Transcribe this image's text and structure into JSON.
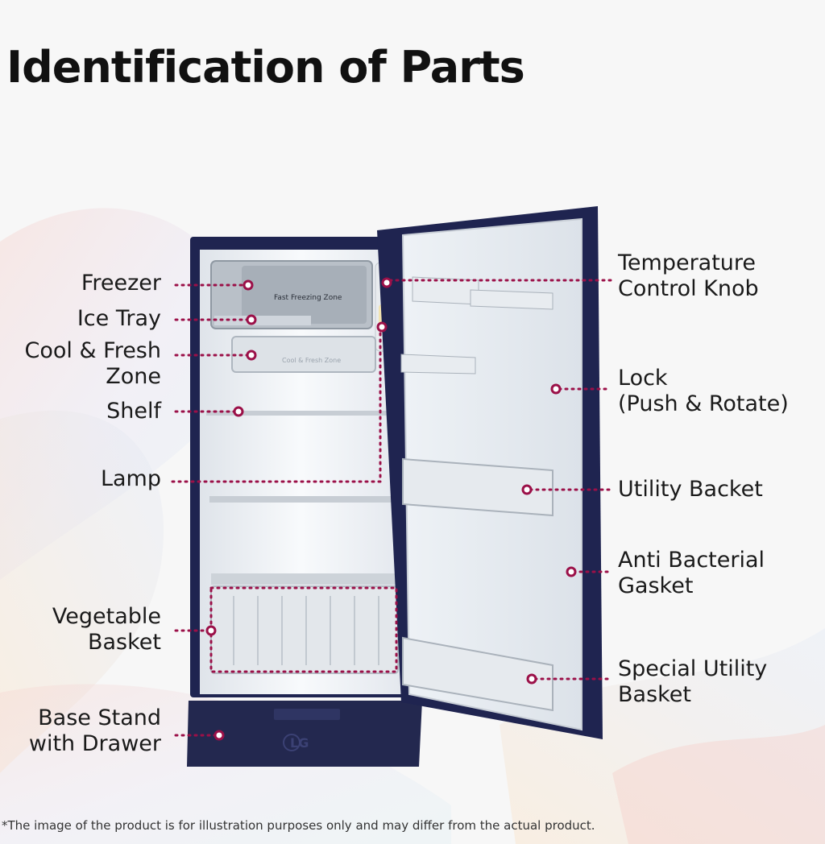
{
  "title": "Identification of Parts",
  "fridge_text": {
    "freezer_plate": "Fast Freezing Zone",
    "crisper_plate": "Cool & Fresh Zone",
    "brand": "LG"
  },
  "labels_left": {
    "freezer": "Freezer",
    "ice_tray": "Ice Tray",
    "cool_fresh_1": "Cool & Fresh",
    "cool_fresh_2": "Zone",
    "shelf": "Shelf",
    "lamp": "Lamp",
    "vegetable_1": "Vegetable",
    "vegetable_2": "Basket",
    "base_1": "Base Stand",
    "base_2": "with Drawer"
  },
  "labels_right": {
    "temp_1": "Temperature",
    "temp_2": "Control Knob",
    "lock_1": "Lock",
    "lock_2": "(Push & Rotate)",
    "utility": "Utility Backet",
    "gasket_1": "Anti Bacterial",
    "gasket_2": "Gasket",
    "special_1": "Special Utility",
    "special_2": "Basket"
  },
  "disclaimer": "*The image of the product is for illustration purposes only and may differ from the actual product.",
  "colors": {
    "callout": "#9b1048",
    "body": "#1f2450",
    "liner": "#f1f4f7"
  }
}
